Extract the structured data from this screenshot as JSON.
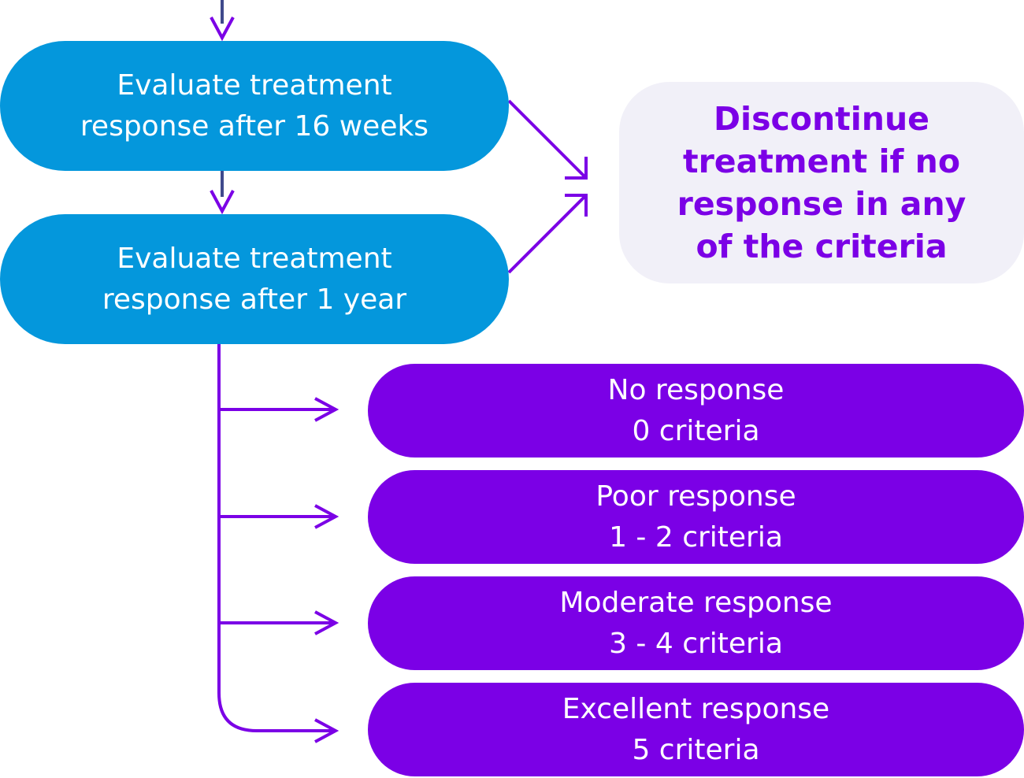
{
  "steps": {
    "eval_16_weeks": {
      "line1": "Evaluate treatment",
      "line2": "response after 16 weeks"
    },
    "eval_1_year": {
      "line1": "Evaluate treatment",
      "line2": "response after 1 year"
    }
  },
  "discontinue": {
    "line1": "Discontinue",
    "line2": "treatment if no",
    "line3": "response in any",
    "line4": "of the criteria"
  },
  "outcomes": [
    {
      "title": "No response",
      "criteria": "0 criteria"
    },
    {
      "title": "Poor response",
      "criteria": "1 - 2 criteria"
    },
    {
      "title": "Moderate response",
      "criteria": "3 - 4 criteria"
    },
    {
      "title": "Excellent response",
      "criteria": "5 criteria"
    }
  ],
  "colors": {
    "step_fill": "#0497dc",
    "outcome_fill": "#7b00e6",
    "discontinue_fill": "#f1f0f8",
    "discontinue_text": "#7b00e6",
    "arrow_purple": "#7b00e6",
    "connector_navy": "#3f4a8c"
  }
}
